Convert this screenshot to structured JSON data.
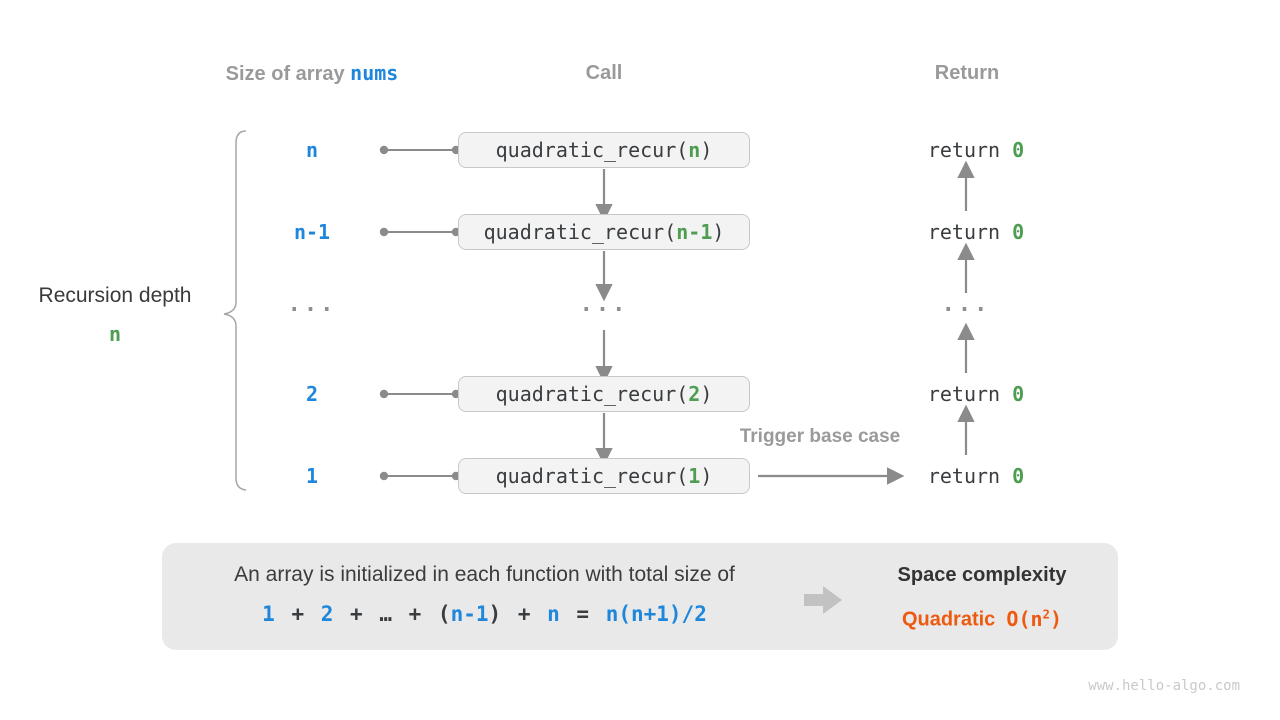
{
  "colors": {
    "blue": "#1e87db",
    "green": "#4e9d52",
    "orange": "#ed5a10",
    "gray_label": "#9a9a9a",
    "dark_text": "#3a3d40",
    "panel_bg": "#e9e9e9",
    "box_bg": "#f3f3f3"
  },
  "headers": {
    "size_prefix": "Size of array ",
    "size_code": "nums",
    "call": "Call",
    "return": "Return"
  },
  "depth": {
    "label": "Recursion depth",
    "value": "n"
  },
  "rows": [
    {
      "size": "n",
      "call_open": "quadratic_recur(",
      "param": "n",
      "call_close": ")",
      "ret_kw": "return ",
      "ret_val": "0"
    },
    {
      "size": "n-1",
      "call_open": "quadratic_recur(",
      "param": "n-1",
      "call_close": ")",
      "ret_kw": "return ",
      "ret_val": "0"
    },
    {
      "ellipsis": "..."
    },
    {
      "size": "2",
      "call_open": "quadratic_recur(",
      "param": "2",
      "call_close": ")",
      "ret_kw": "return ",
      "ret_val": "0"
    },
    {
      "size": "1",
      "call_open": "quadratic_recur(",
      "param": "1",
      "call_close": ")",
      "ret_kw": "return ",
      "ret_val": "0"
    }
  ],
  "trigger": {
    "label": "Trigger base case"
  },
  "panel": {
    "line1": "An array is initialized in each function with total size of",
    "formula": [
      {
        "t": "1"
      },
      {
        "t": " + "
      },
      {
        "t": "2"
      },
      {
        "t": " + "
      },
      {
        "t": "…"
      },
      {
        "t": " + "
      },
      {
        "t": "("
      },
      {
        "t": "n-1"
      },
      {
        "t": ")"
      },
      {
        "t": " + "
      },
      {
        "t": "n"
      },
      {
        "t": " = "
      },
      {
        "t": "n(n+1)/2"
      }
    ],
    "result_title": "Space complexity",
    "result_name": "Quadratic",
    "result_code_open": "O(n",
    "result_code_sup": "2",
    "result_code_close": ")"
  },
  "watermark": "www.hello-algo.com"
}
